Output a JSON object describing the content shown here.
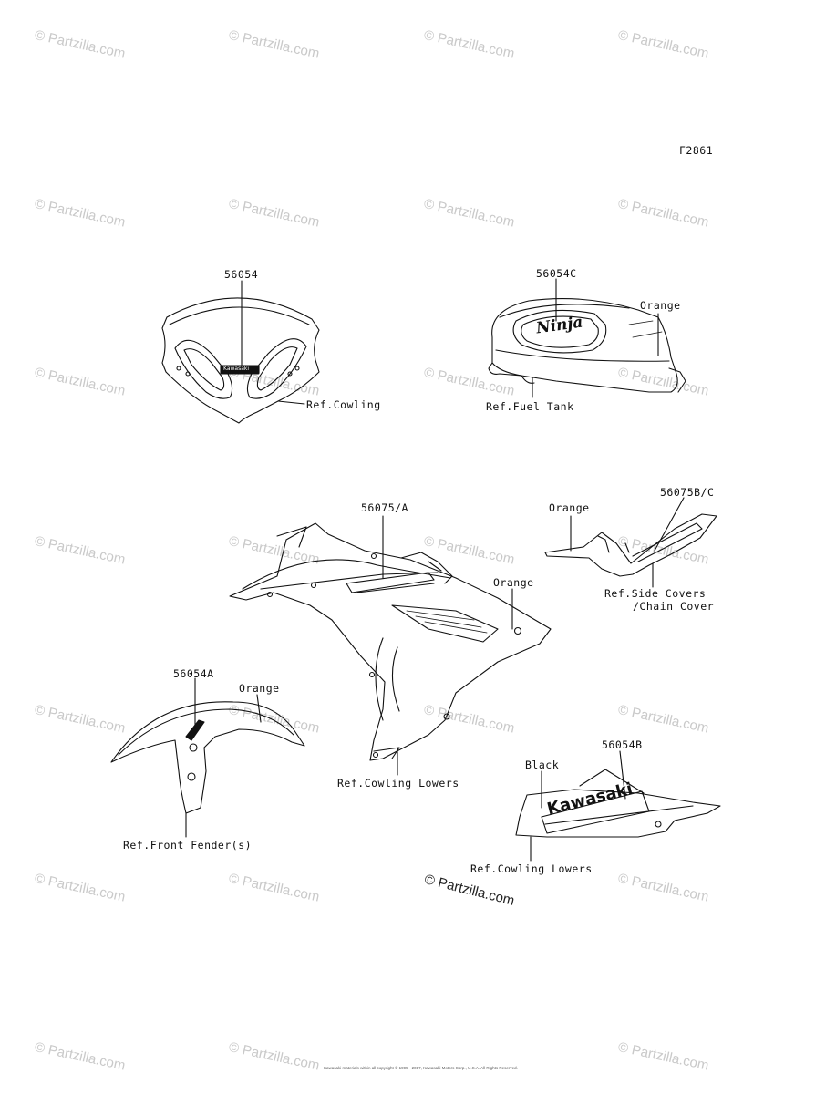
{
  "figure_code": "F2861",
  "watermark_text": "© Partzilla.com",
  "copyright_stamp": "© Partzilla.com",
  "footer_text": "Kawasaki materials within all copyright © 1995 - 2017, Kawasaki Motors Corp., U.S.A. All Rights Reserved.",
  "parts": {
    "windshield_cowling": {
      "part_number": "56054",
      "ref_label": "Ref.Cowling"
    },
    "fuel_tank": {
      "part_number": "56054C",
      "color_note": "Orange",
      "ref_label": "Ref.Fuel Tank"
    },
    "cowling_side": {
      "part_number": "56075/A",
      "color_note": "Orange",
      "ref_label": "Ref.Cowling Lowers"
    },
    "side_cover": {
      "part_number": "56075B/C",
      "color_note": "Orange",
      "ref_label_line1": "Ref.Side Covers",
      "ref_label_line2": "/Chain Cover"
    },
    "front_fender": {
      "part_number": "56054A",
      "color_note": "Orange",
      "ref_label": "Ref.Front Fender(s)"
    },
    "cowling_lower": {
      "part_number": "56054B",
      "color_note": "Black",
      "ref_label": "Ref.Cowling Lowers"
    }
  },
  "decal_text": {
    "tank_logo": "Ninja",
    "lower_logo": "Kawasaki",
    "windshield_logo": "Kawasaki"
  },
  "colors": {
    "line": "#111111",
    "watermark": "#c9c9c9",
    "background": "#ffffff"
  }
}
